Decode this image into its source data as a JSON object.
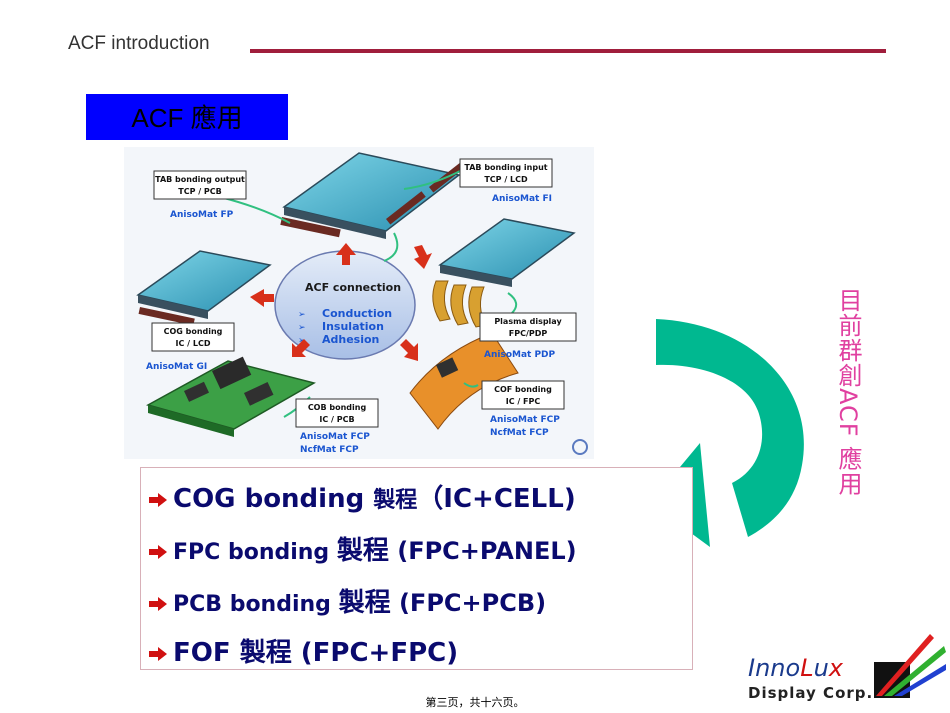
{
  "header": {
    "title": "ACF introduction",
    "rule_color": "#a01e3c"
  },
  "section": {
    "label": "ACF 應用",
    "bg_color": "#0000ff"
  },
  "diagram": {
    "center": {
      "title": "ACF connection",
      "items": [
        "Conduction",
        "Insulation",
        "Adhesion"
      ]
    },
    "labels": {
      "tab_output": {
        "line1": "TAB bonding output",
        "line2": "TCP / PCB",
        "product": "AnisoMat FP"
      },
      "tab_input": {
        "line1": "TAB bonding input",
        "line2": "TCP / LCD",
        "product": "AnisoMat FI"
      },
      "cog": {
        "line1": "COG bonding",
        "line2": "IC / LCD",
        "product": "AnisoMat GI"
      },
      "plasma": {
        "line1": "Plasma display",
        "line2": "FPC/PDP",
        "product": "AnisoMat PDP"
      },
      "cob": {
        "line1": "COB bonding",
        "line2": "IC / PCB",
        "product1": "AnisoMat FCP",
        "product2": "NcfMat FCP"
      },
      "cof": {
        "line1": "COF bonding",
        "line2": "IC / FPC",
        "product1": "AnisoMat FCP",
        "product2": "NcfMat FCP"
      }
    }
  },
  "side_caption": {
    "text": "目前群創ACF 應用",
    "color": "#e040a0"
  },
  "processes": [
    {
      "name": "COG bonding",
      "process": "製程",
      "detail": "（IC+CELL)"
    },
    {
      "name": "FPC bonding",
      "process": "製程",
      "detail": " (FPC+PANEL)"
    },
    {
      "name": "PCB bonding",
      "process": "製程",
      "detail": " (FPC+PCB)"
    },
    {
      "name": "FOF ",
      "process": "製程",
      "detail": " (FPC+FPC)"
    }
  ],
  "logo": {
    "name_part1": "Inno",
    "name_part2": "L",
    "name_part3": "u",
    "name_part4": "x",
    "subtitle": "Display Corp."
  },
  "footer": {
    "page": "第三页，共十六页。"
  },
  "colors": {
    "accent_text": "#0a0a6e",
    "bullet": "#d01010",
    "arrow": "#00b890",
    "diagram_label_blue": "#1a55d0"
  }
}
